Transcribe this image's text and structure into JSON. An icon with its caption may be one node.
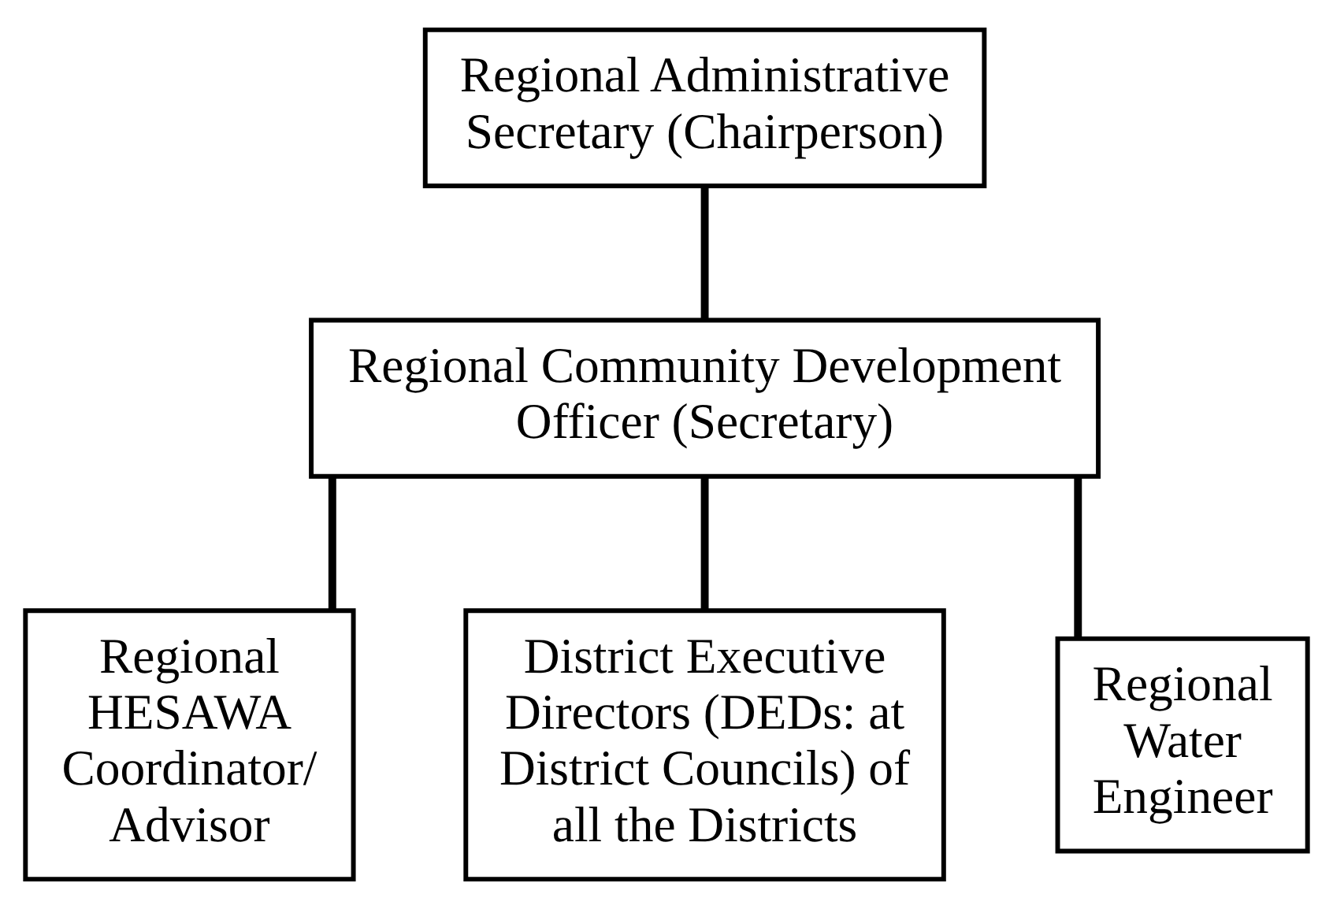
{
  "diagram": {
    "nodes": [
      {
        "text": [
          "Regional Administrative Secretary (Chairperson)"
        ]
      },
      {
        "text": [
          "Regional Community Development Officer (Secretary)"
        ]
      },
      {
        "text": [
          "Regional HESAWA Coordinator/ Advisor"
        ]
      },
      {
        "text": [
          "District Executive Directors (DEDs: at District Councils) of all the Districts"
        ]
      },
      {
        "text": [
          "Regional Water Engineer"
        ]
      }
    ],
    "edges": [
      {
        "from": 0,
        "to": 1,
        "arrow": "none"
      },
      {
        "from": 1,
        "to": 2,
        "arrow": "none"
      },
      {
        "from": 1,
        "to": 3,
        "arrow": "none"
      },
      {
        "from": 1,
        "to": 4,
        "arrow": "none"
      }
    ]
  }
}
